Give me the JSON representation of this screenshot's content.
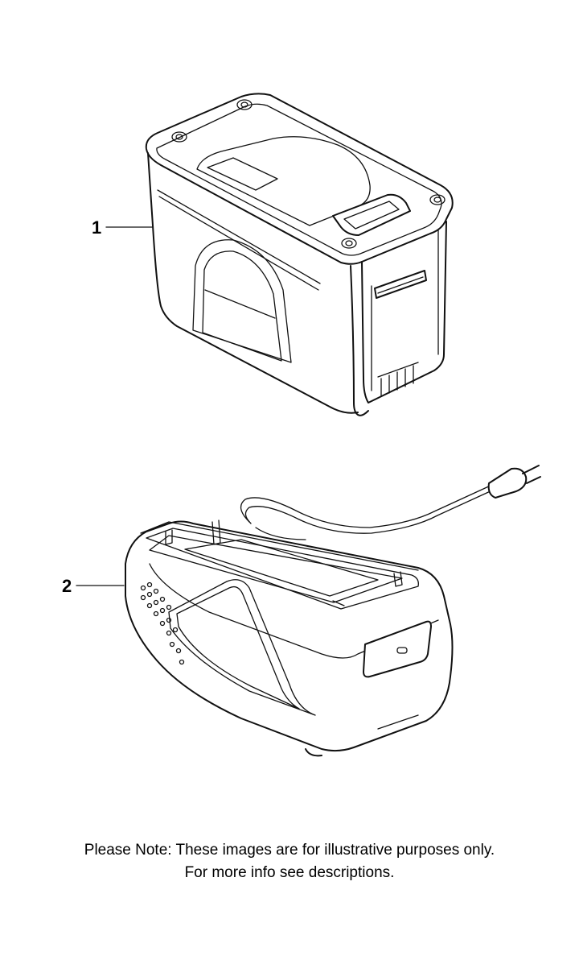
{
  "callouts": {
    "part1_label": "1",
    "part2_label": "2"
  },
  "note": {
    "line1": "Please Note: These images are for illustrative purposes only.",
    "line2": "For more info see descriptions."
  }
}
